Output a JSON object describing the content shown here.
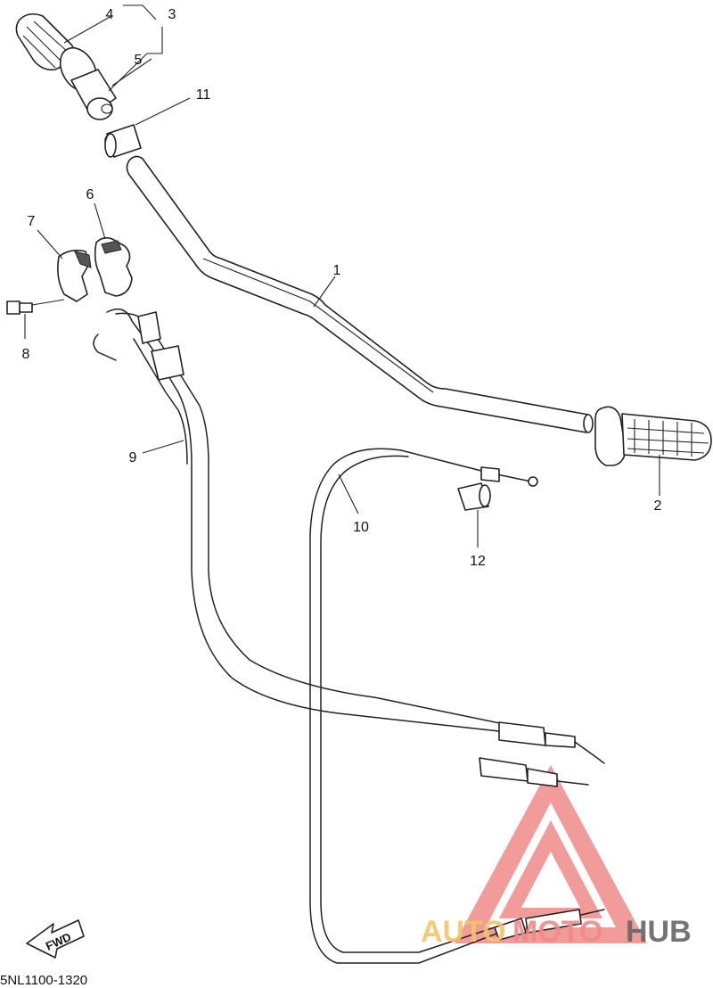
{
  "diagram": {
    "drawing_code": "5NL1100-1320",
    "fwd_label": "FWD",
    "callouts": {
      "c1": "1",
      "c2": "2",
      "c3": "3",
      "c4": "4",
      "c5": "5",
      "c6": "6",
      "c7": "7",
      "c8": "8",
      "c9": "9",
      "c10": "10",
      "c11": "11",
      "c12": "12"
    }
  },
  "watermark": {
    "part_auto": "AUTO",
    "part_moto": "MOTO",
    "part_hub": "HUB",
    "colors": {
      "auto": "#f3c46a",
      "moto": "#ef8a8a",
      "hub": "#666666",
      "logo": "#ef8a8a"
    }
  }
}
